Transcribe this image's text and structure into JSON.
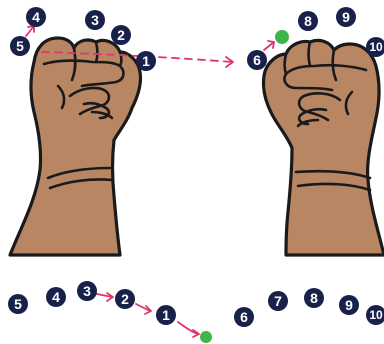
{
  "colors": {
    "skin": "#b98664",
    "outline": "#1a1a1a",
    "badge": "#17214a",
    "badge_text": "#ffffff",
    "arrow": "#e2336f",
    "dot": "#3db54a"
  },
  "left_hand_labels": [
    "4",
    "3",
    "2",
    "5",
    "1"
  ],
  "right_hand_labels": [
    "8",
    "9",
    "6",
    "10"
  ],
  "bottom_left_labels": [
    "5",
    "4",
    "3",
    "2",
    "1"
  ],
  "bottom_right_labels": [
    "6",
    "7",
    "8",
    "9",
    "10"
  ]
}
